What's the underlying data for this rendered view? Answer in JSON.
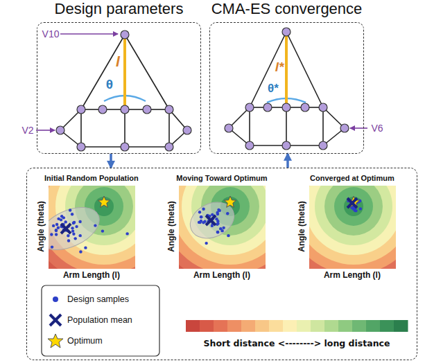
{
  "diagram": {
    "nodes": [
      {
        "text": [
          "Design parameters"
        ]
      },
      {
        "text": [
          "CMA-ES convergence"
        ]
      },
      {
        "text": []
      },
      {
        "text": [
          "Initial Random Population",
          "Angle (theta)",
          "Arm Length (l)"
        ],
        "in": 2
      },
      {
        "text": [
          "Moving Toward Optimum",
          "Angle (theta)",
          "Arm Length (l)"
        ],
        "in": 2
      },
      {
        "text": [
          "Converged at Optimum",
          "Angle (theta)",
          "Arm Length (l)"
        ],
        "in": 2
      }
    ],
    "edges": [
      {
        "from": 0,
        "to": 2,
        "arrow": "to"
      },
      {
        "from": 2,
        "to": 1,
        "arrow": "to"
      }
    ],
    "labels": [
      "V10",
      "V2",
      "V6",
      "l",
      "θ",
      "l*",
      "θ*",
      "Short distance <--------> long distance"
    ],
    "legend": [
      {
        "text": "Design samples"
      },
      {
        "text": "Population mean"
      },
      {
        "text": "Optimum"
      }
    ]
  }
}
